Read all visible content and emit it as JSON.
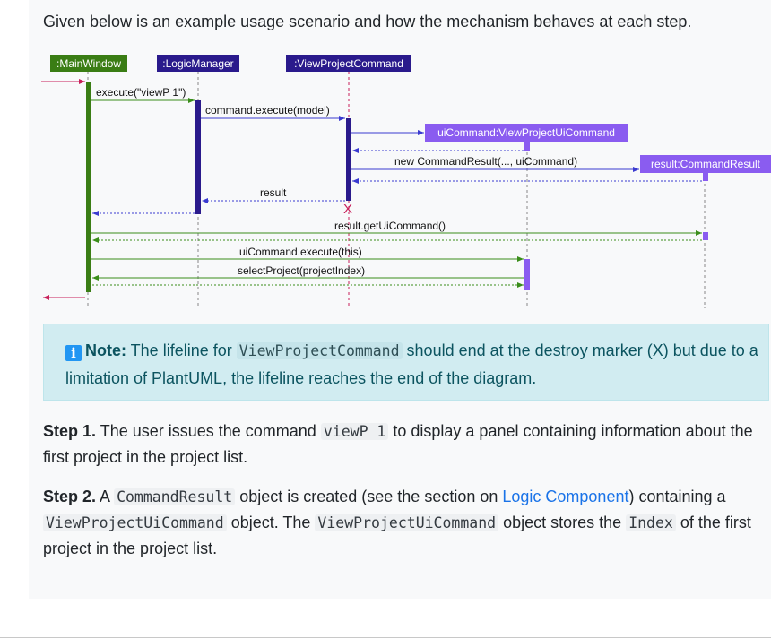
{
  "intro": "Given below is an example usage scenario and how the mechanism behaves at each step.",
  "diagram": {
    "participants": [
      {
        "label": ":MainWindow",
        "color": "#3a7d14"
      },
      {
        "label": ":LogicManager",
        "color": "#2a1a8c"
      },
      {
        "label": ":ViewProjectCommand",
        "color": "#2a1a8c"
      },
      {
        "label": "uiCommand:ViewProjectUiCommand",
        "color": "#8a5cf0"
      },
      {
        "label": "result:CommandResult",
        "color": "#8a5cf0"
      }
    ],
    "messages": {
      "execute": "execute(\"viewP 1\")",
      "command_execute": "command.execute(model)",
      "new_result": "new CommandResult(..., uiCommand)",
      "result": "result",
      "get_ui_command": "result.getUiCommand()",
      "ui_execute": "uiCommand.execute(this)",
      "select_project": "selectProject(projectIndex)"
    },
    "destroy_marker": "X"
  },
  "note": {
    "icon": "i",
    "icon_name": "info-icon",
    "label": "Note:",
    "text_before": " The lifeline for ",
    "code": "ViewProjectCommand",
    "text_after": " should end at the destroy marker (X) but due to a limitation of PlantUML, the lifeline reaches the end of the diagram."
  },
  "step1": {
    "label": "Step 1.",
    "text_before": " The user issues the command ",
    "code": "viewP 1",
    "text_after": " to display a panel containing information about the first project in the project list."
  },
  "step2": {
    "label": "Step 2.",
    "text_a": " A ",
    "code_a": "CommandResult",
    "text_b": " object is created (see the section on ",
    "link": "Logic Component",
    "text_c": ") containing a ",
    "code_b": "ViewProjectUiCommand",
    "text_d": " object. The ",
    "code_c": "ViewProjectUiCommand",
    "text_e": " object stores the ",
    "code_d": "Index",
    "text_f": " of the first project in the project list."
  }
}
